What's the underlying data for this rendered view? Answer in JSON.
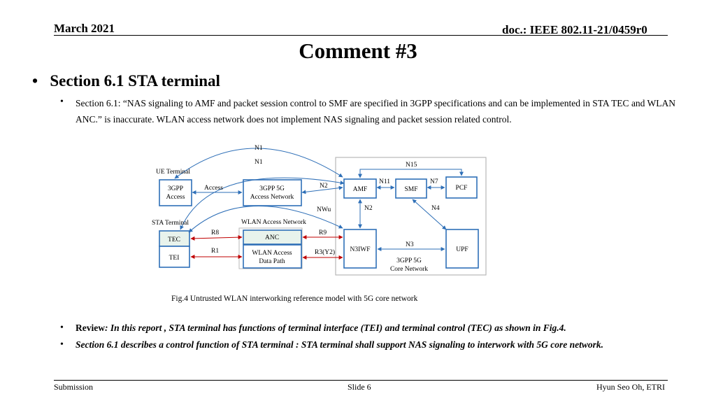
{
  "header": {
    "date": "March 2021",
    "doc": "doc.: IEEE 802.11-21/0459r0"
  },
  "title": "Comment #3",
  "bullet1": "Section 6.1 STA terminal",
  "sub1": "Section 6.1: “NAS signaling to AMF and packet session control to SMF are specified in 3GPP specifications and can be implemented in STA TEC and WLAN ANC.” is inaccurate. WLAN access network does not implement NAS signaling and packet session related control.",
  "figure": {
    "ue_terminal": "UE Terminal",
    "sta_terminal": "STA Terminal",
    "gpp_access": [
      "3GPP",
      "Access"
    ],
    "gpp_5g_an": [
      "3GPP 5G",
      "Access Network"
    ],
    "wlan_an": "WLAN Access Network",
    "anc": "ANC",
    "wlan_dp": [
      "WLAN Access",
      "Data Path"
    ],
    "tec": "TEC",
    "tei": "TEI",
    "amf": "AMF",
    "smf": "SMF",
    "pcf": "PCF",
    "n3iwf": "N3IWF",
    "upf": "UPF",
    "core": [
      "3GPP 5G",
      "Core Network"
    ],
    "labels": {
      "n1a": "N1",
      "n1b": "N1",
      "n15": "N15",
      "n11": "N11",
      "n7": "N7",
      "n2a": "N2",
      "n2b": "N2",
      "nwu": "NWu",
      "n4": "N4",
      "n3": "N3",
      "access": "Access",
      "r8": "R8",
      "r1": "R1",
      "r9": "R9",
      "r3": "R3(Y2)"
    },
    "caption": "Fig.4 Untrusted WLAN interworking reference model with 5G core network"
  },
  "review": {
    "label": "Review",
    "text": ": In this report , STA terminal has functions of terminal interface (TEI) and terminal control (TEC)  as shown in Fig.4.",
    "line2": "Section 6.1 describes a control function of STA terminal : STA terminal shall support NAS signaling to interwork with 5G core network."
  },
  "footer": {
    "left": "Submission",
    "center": "Slide 6",
    "right": "Hyun Seo Oh, ETRI"
  },
  "colors": {
    "box": "#2e6fb7",
    "core_border": "#b8b8b8",
    "red": "#c00000",
    "ctrl": "#2e6fb7"
  }
}
